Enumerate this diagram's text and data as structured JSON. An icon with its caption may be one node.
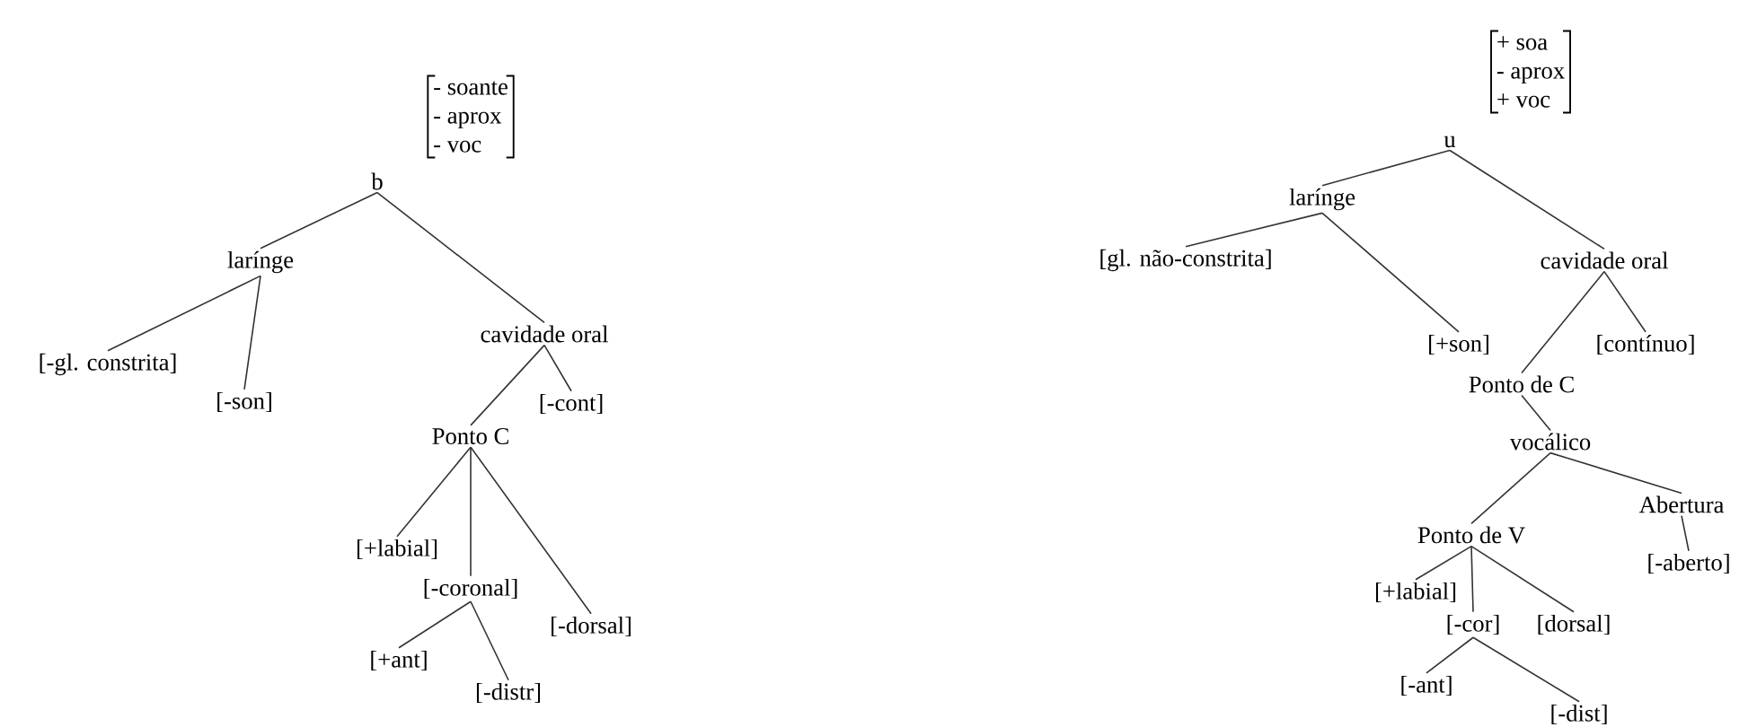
{
  "diagram": {
    "nodes": [
      {
        "text": [
          "- soante",
          "- aprox",
          "- voc"
        ]
      },
      {
        "text": [
          "b"
        ]
      },
      {
        "text": [
          "larínge"
        ]
      },
      {
        "text": [
          "[-gl.  constrita]"
        ]
      },
      {
        "text": [
          "[-son]"
        ]
      },
      {
        "text": [
          "cavidade oral"
        ]
      },
      {
        "text": [
          "[-cont]"
        ]
      },
      {
        "text": [
          "Ponto C"
        ]
      },
      {
        "text": [
          "[+labial]"
        ]
      },
      {
        "text": [
          "[-coronal]"
        ]
      },
      {
        "text": [
          "[-dorsal]"
        ]
      },
      {
        "text": [
          "[+ant]"
        ]
      },
      {
        "text": [
          "[-distr]"
        ]
      },
      {
        "text": [
          "+ soa",
          "- aprox",
          "+ voc"
        ]
      },
      {
        "text": [
          "u"
        ]
      },
      {
        "text": [
          "larínge"
        ]
      },
      {
        "text": [
          "[gl. não-constrita]"
        ]
      },
      {
        "text": [
          "[+son]"
        ]
      },
      {
        "text": [
          "cavidade oral"
        ]
      },
      {
        "text": [
          "[contínuo]"
        ]
      },
      {
        "text": [
          "Ponto de C"
        ]
      },
      {
        "text": [
          "vocálico"
        ]
      },
      {
        "text": [
          "Abertura"
        ]
      },
      {
        "text": [
          "Ponto de V"
        ]
      },
      {
        "text": [
          "[-aberto]"
        ]
      },
      {
        "text": [
          "[+labial]"
        ]
      },
      {
        "text": [
          "[-cor]"
        ]
      },
      {
        "text": [
          "[dorsal]"
        ]
      },
      {
        "text": [
          "[-ant]"
        ]
      },
      {
        "text": [
          "[-dist]"
        ]
      }
    ],
    "edges": [
      {
        "from": 1,
        "to": 2,
        "arrow": "none"
      },
      {
        "from": 1,
        "to": 5,
        "arrow": "none"
      },
      {
        "from": 2,
        "to": 3,
        "arrow": "none"
      },
      {
        "from": 2,
        "to": 4,
        "arrow": "none"
      },
      {
        "from": 5,
        "to": 7,
        "arrow": "none"
      },
      {
        "from": 5,
        "to": 6,
        "arrow": "none"
      },
      {
        "from": 7,
        "to": 8,
        "arrow": "none"
      },
      {
        "from": 7,
        "to": 9,
        "arrow": "none"
      },
      {
        "from": 7,
        "to": 10,
        "arrow": "none"
      },
      {
        "from": 9,
        "to": 11,
        "arrow": "none"
      },
      {
        "from": 9,
        "to": 12,
        "arrow": "none"
      },
      {
        "from": 14,
        "to": 15,
        "arrow": "none"
      },
      {
        "from": 14,
        "to": 18,
        "arrow": "none"
      },
      {
        "from": 15,
        "to": 16,
        "arrow": "none"
      },
      {
        "from": 15,
        "to": 17,
        "arrow": "none"
      },
      {
        "from": 18,
        "to": 20,
        "arrow": "none"
      },
      {
        "from": 18,
        "to": 19,
        "arrow": "none"
      },
      {
        "from": 20,
        "to": 21,
        "arrow": "none"
      },
      {
        "from": 21,
        "to": 23,
        "arrow": "none"
      },
      {
        "from": 21,
        "to": 22,
        "arrow": "none"
      },
      {
        "from": 22,
        "to": 24,
        "arrow": "none"
      },
      {
        "from": 23,
        "to": 25,
        "arrow": "none"
      },
      {
        "from": 23,
        "to": 26,
        "arrow": "none"
      },
      {
        "from": 23,
        "to": 27,
        "arrow": "none"
      },
      {
        "from": 26,
        "to": 28,
        "arrow": "none"
      },
      {
        "from": 26,
        "to": 29,
        "arrow": "none"
      }
    ]
  }
}
